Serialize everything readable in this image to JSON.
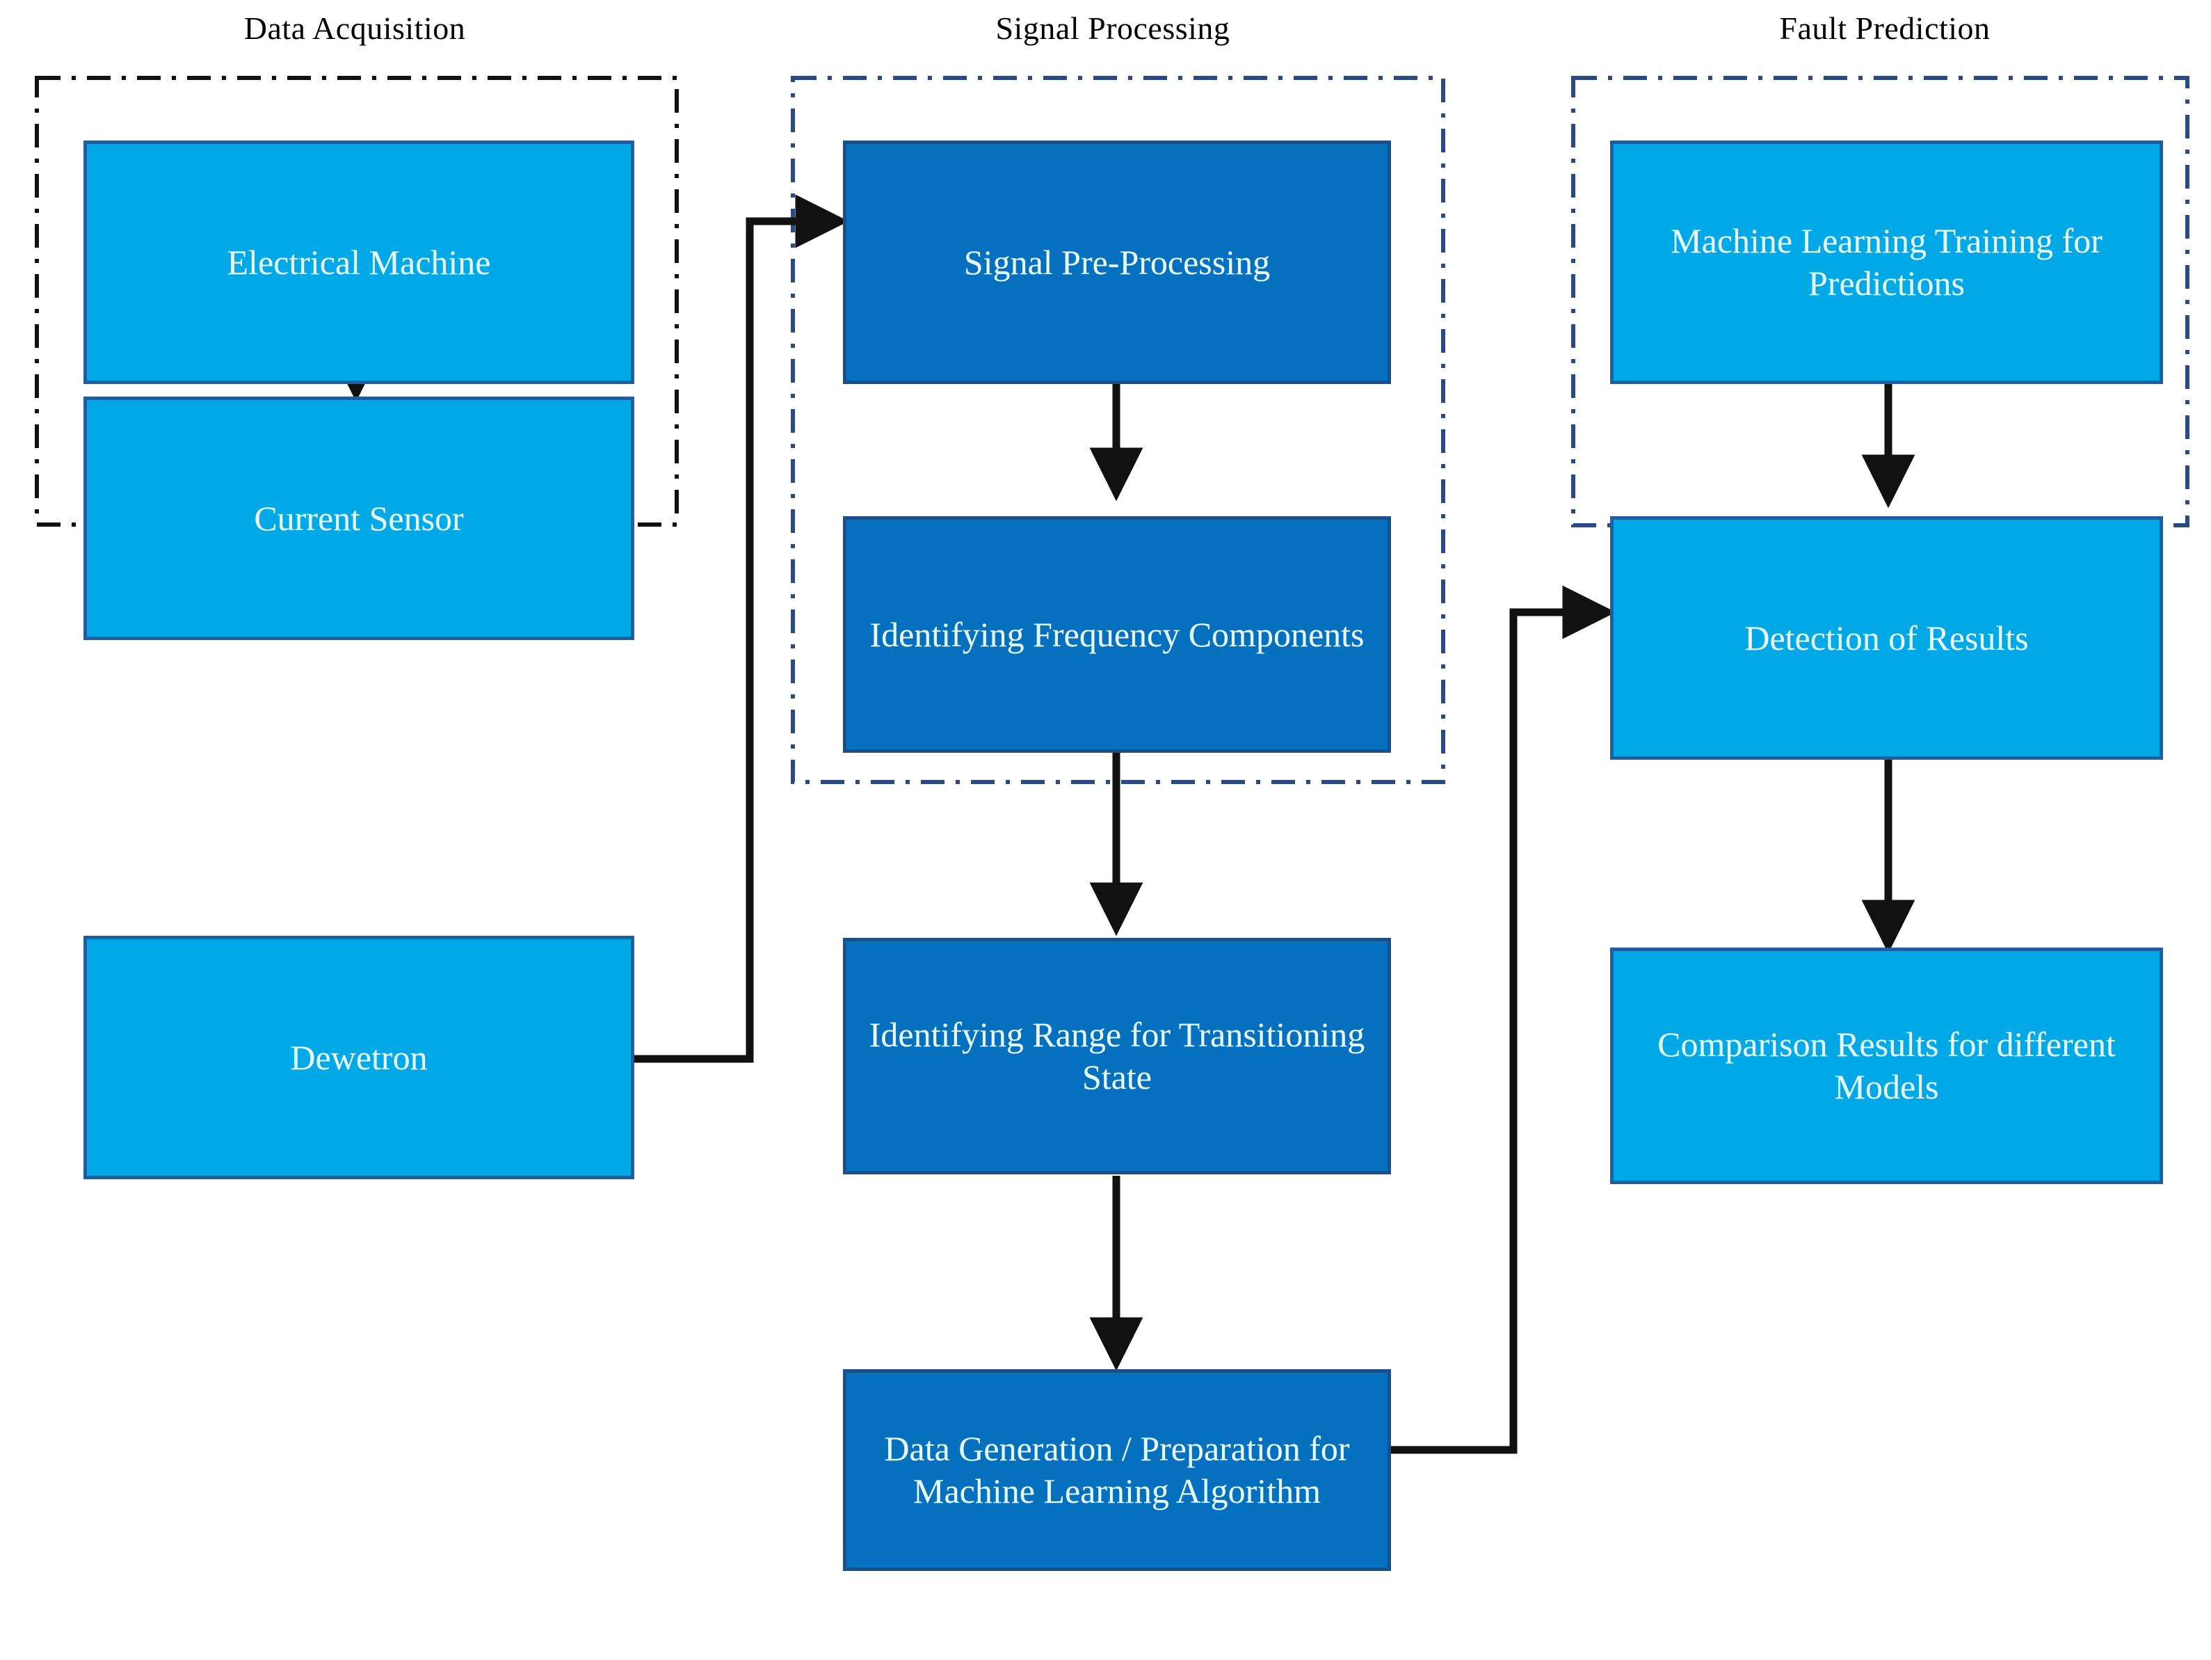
{
  "diagram": {
    "title_font_color": "#000000",
    "background": "#ffffff",
    "colors": {
      "light_blue_fill": "#00A9E6",
      "dark_blue_fill": "#0570BE",
      "box_border": "#1f5fa0",
      "connector": "#111111",
      "group_border_left": "#111111",
      "group_border_middle": "#2a4a86",
      "group_border_right": "#2a4a86",
      "node_text": "#e8fbff"
    },
    "sections": [
      {
        "id": "data-acquisition",
        "title": "Data Acquisition",
        "nodes": [
          {
            "id": "electrical-machine",
            "label": "Electrical Machine",
            "style": "light"
          },
          {
            "id": "current-sensor",
            "label": "Current Sensor",
            "style": "light"
          },
          {
            "id": "dewetron",
            "label": "Dewetron",
            "style": "light"
          }
        ]
      },
      {
        "id": "signal-processing",
        "title": "Signal Processing",
        "nodes": [
          {
            "id": "signal-pre-processing",
            "label": "Signal Pre-Processing",
            "style": "dark"
          },
          {
            "id": "identifying-frequency-components",
            "label": "Identifying Frequency Components",
            "style": "dark"
          },
          {
            "id": "identifying-range-transitioning-state",
            "label": "Identifying Range for Transitioning State",
            "style": "dark"
          },
          {
            "id": "data-generation-preparation",
            "label": "Data Generation / Preparation for Machine Learning Algorithm",
            "style": "dark"
          }
        ]
      },
      {
        "id": "fault-prediction",
        "title": "Fault Prediction",
        "nodes": [
          {
            "id": "ml-training-predictions",
            "label": "Machine Learning Training for Predictions",
            "style": "light"
          },
          {
            "id": "detection-of-results",
            "label": "Detection of Results",
            "style": "light"
          },
          {
            "id": "comparison-results-models",
            "label": "Comparison Results for different Models",
            "style": "light"
          }
        ]
      }
    ],
    "connections": [
      {
        "from": "electrical-machine",
        "to": "current-sensor",
        "kind": "vertical-arrow"
      },
      {
        "from": "current-sensor",
        "to": "dewetron",
        "kind": "vertical-arrow"
      },
      {
        "from": "dewetron",
        "to": "signal-pre-processing",
        "kind": "elbow-arrow"
      },
      {
        "from": "signal-pre-processing",
        "to": "identifying-frequency-components",
        "kind": "vertical-arrow"
      },
      {
        "from": "identifying-frequency-components",
        "to": "identifying-range-transitioning-state",
        "kind": "vertical-arrow"
      },
      {
        "from": "identifying-range-transitioning-state",
        "to": "data-generation-preparation",
        "kind": "vertical-arrow"
      },
      {
        "from": "data-generation-preparation",
        "to": "detection-of-results",
        "kind": "elbow-arrow"
      },
      {
        "from": "ml-training-predictions",
        "to": "detection-of-results",
        "kind": "vertical-arrow"
      },
      {
        "from": "detection-of-results",
        "to": "comparison-results-models",
        "kind": "vertical-arrow"
      }
    ]
  }
}
